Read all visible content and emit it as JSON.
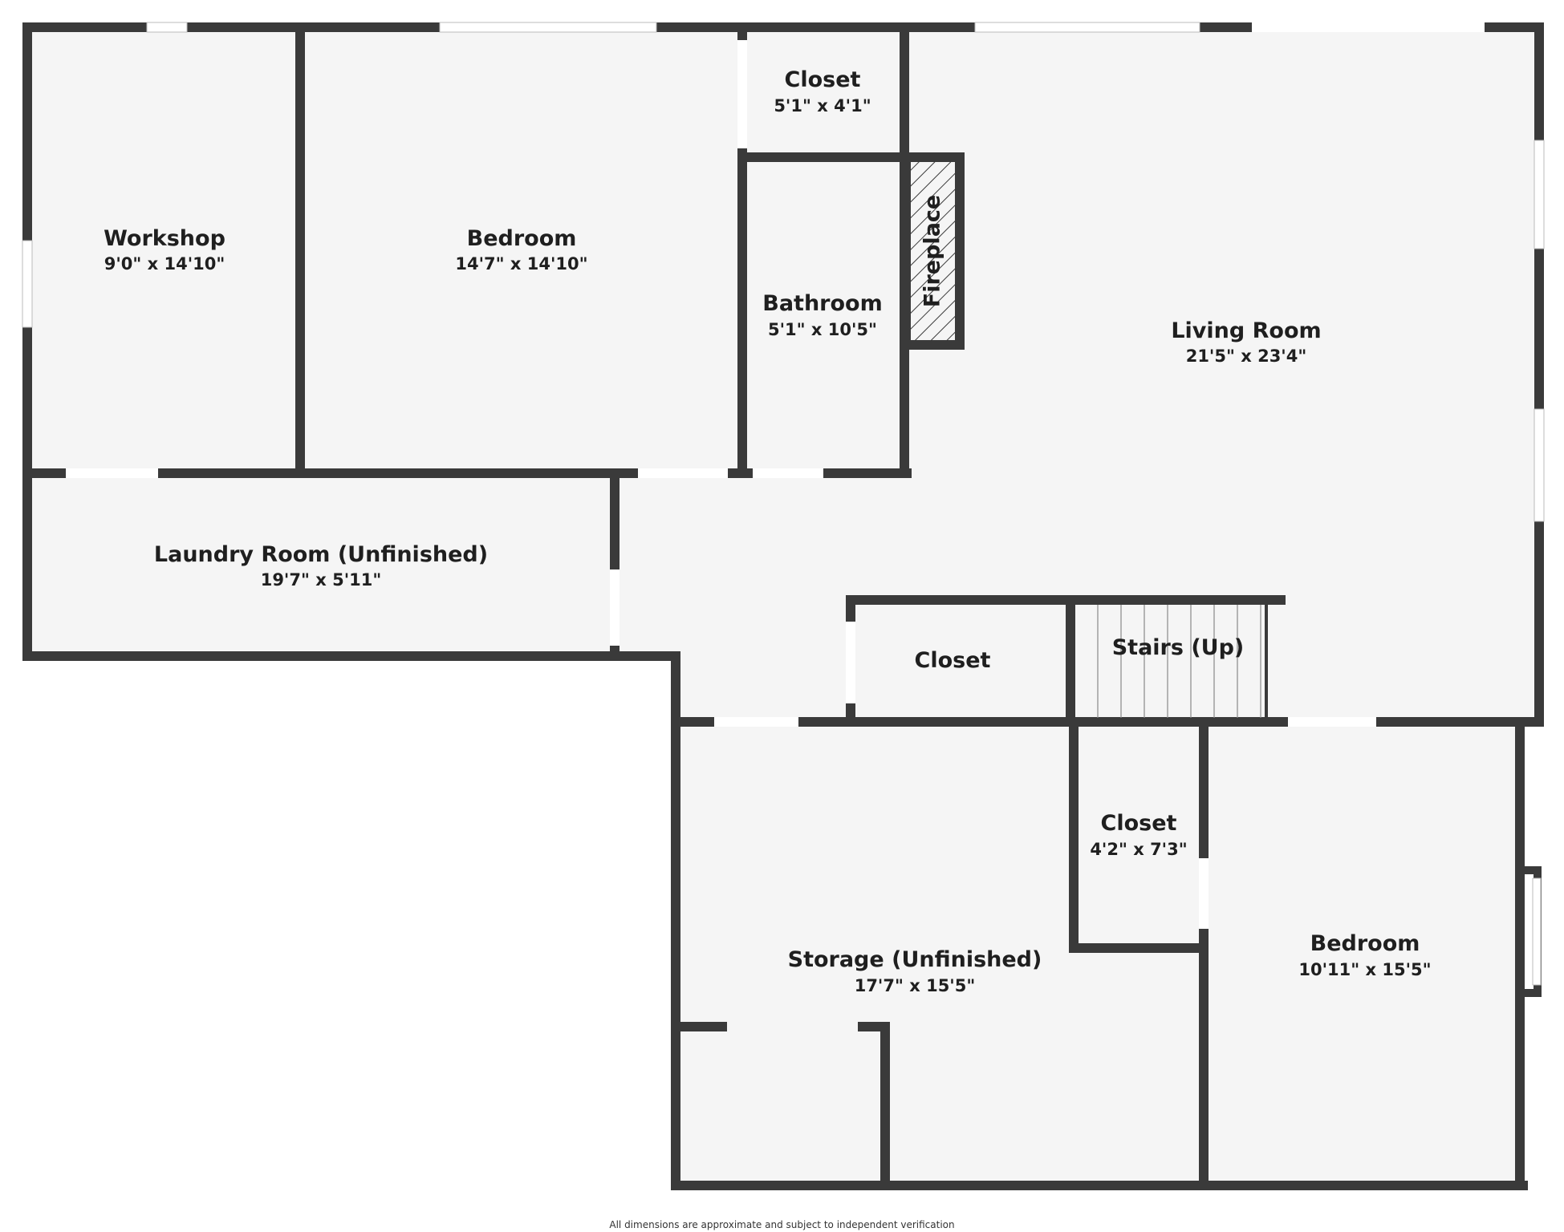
{
  "colors": {
    "wall": "#3a3a3a",
    "floor": "#f5f5f5",
    "window": "#ffffff",
    "hatch": "#3a3a3a"
  },
  "rooms": {
    "workshop": {
      "name": "Workshop",
      "dims": "9'0\" x 14'10\""
    },
    "bedroom_north": {
      "name": "Bedroom",
      "dims": "14'7\" x 14'10\""
    },
    "closet_north": {
      "name": "Closet",
      "dims": "5'1\" x 4'1\""
    },
    "bathroom": {
      "name": "Bathroom",
      "dims": "5'1\" x 10'5\""
    },
    "living_room": {
      "name": "Living Room",
      "dims": "21'5\" x 23'4\""
    },
    "laundry": {
      "name": "Laundry Room (Unfinished)",
      "dims": "19'7\" x 5'11\""
    },
    "closet_mid": {
      "name": "Closet"
    },
    "stairs": {
      "name": "Stairs (Up)"
    },
    "closet_south": {
      "name": "Closet",
      "dims": "4'2\" x 7'3\""
    },
    "storage": {
      "name": "Storage (Unfinished)",
      "dims": "17'7\" x 15'5\""
    },
    "bedroom_south": {
      "name": "Bedroom",
      "dims": "10'11\" x 15'5\""
    }
  },
  "fireplace": {
    "label": "Fireplace"
  },
  "footer": {
    "disclaimer": "All dimensions are approximate and subject to independent verification"
  }
}
